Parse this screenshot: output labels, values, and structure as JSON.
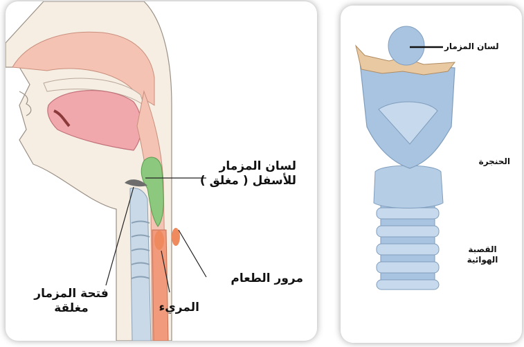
{
  "left_diagram": {
    "epiglottis_closed_line1": "لسان المزمار",
    "epiglottis_closed_line2": "للأسفل ( مغلق )",
    "food_passage": "مرور الطعام",
    "esophagus": "المريء",
    "glottis_closed_line1": "فتحة المزمار",
    "glottis_closed_line2": "مغلقة"
  },
  "right_diagram": {
    "epiglottis": "لسان المزمار",
    "larynx": "الحنجرة",
    "trachea_line1": "القصبة",
    "trachea_line2": "الهوائية"
  },
  "colors": {
    "epiglottis_green": "#8cc97e",
    "tissue_pink": "#f2b7a3",
    "cartilage_blue": "#a9c4e0",
    "food_orange": "#ef8a5e"
  }
}
